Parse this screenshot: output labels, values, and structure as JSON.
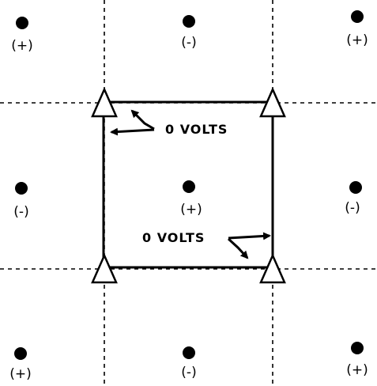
{
  "charges": [
    {
      "id": "tl",
      "sign": "(+)"
    },
    {
      "id": "tm",
      "sign": "(-)"
    },
    {
      "id": "tr",
      "sign": "(+)"
    },
    {
      "id": "ml",
      "sign": "(-)"
    },
    {
      "id": "mm",
      "sign": "(+)"
    },
    {
      "id": "mr",
      "sign": "(-)"
    },
    {
      "id": "bl",
      "sign": "(+)"
    },
    {
      "id": "bm",
      "sign": "(-)"
    },
    {
      "id": "br",
      "sign": "(+)"
    }
  ],
  "annotations": {
    "upper_label": "0 VOLTS",
    "lower_label": "0 VOLTS"
  }
}
